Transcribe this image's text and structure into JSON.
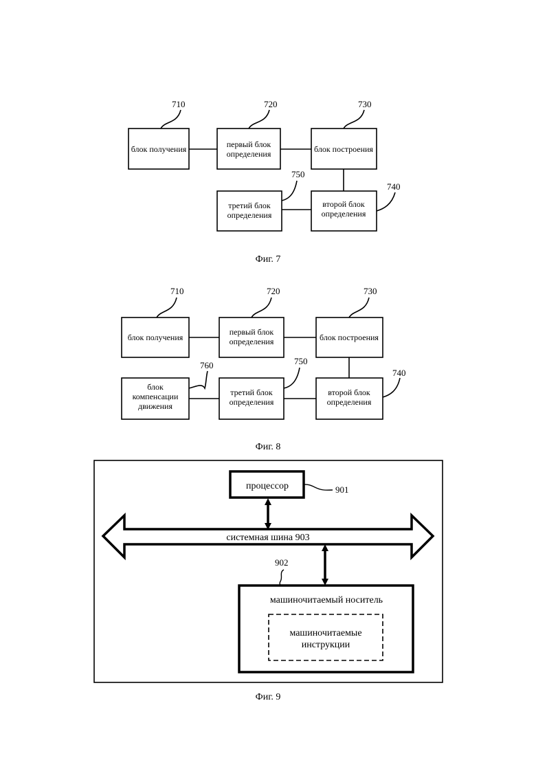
{
  "fig7": {
    "caption": "Фиг. 7",
    "refs": {
      "r710": "710",
      "r720": "720",
      "r730": "730",
      "r740": "740",
      "r750": "750"
    },
    "blocks": {
      "b710": [
        "блок получения"
      ],
      "b720": [
        "первый блок",
        "определения"
      ],
      "b730": [
        "блок построения"
      ],
      "b740": [
        "второй блок",
        "определения"
      ],
      "b750": [
        "третий блок",
        "определения"
      ]
    }
  },
  "fig8": {
    "caption": "Фиг. 8",
    "refs": {
      "r710": "710",
      "r720": "720",
      "r730": "730",
      "r740": "740",
      "r750": "750",
      "r760": "760"
    },
    "blocks": {
      "b710": [
        "блок получения"
      ],
      "b720": [
        "первый блок",
        "определения"
      ],
      "b730": [
        "блок построения"
      ],
      "b740": [
        "второй блок",
        "определения"
      ],
      "b750": [
        "третий блок",
        "определения"
      ],
      "b760": [
        "блок",
        "компенсации",
        "движения"
      ]
    }
  },
  "fig9": {
    "caption": "Фиг. 9",
    "processor": "процессор",
    "processor_ref": "901",
    "bus": "системная шина 903",
    "medium": "машиночитаемый носитель",
    "medium_ref": "902",
    "instructions": [
      "машиночитаемые",
      "инструкции"
    ]
  }
}
